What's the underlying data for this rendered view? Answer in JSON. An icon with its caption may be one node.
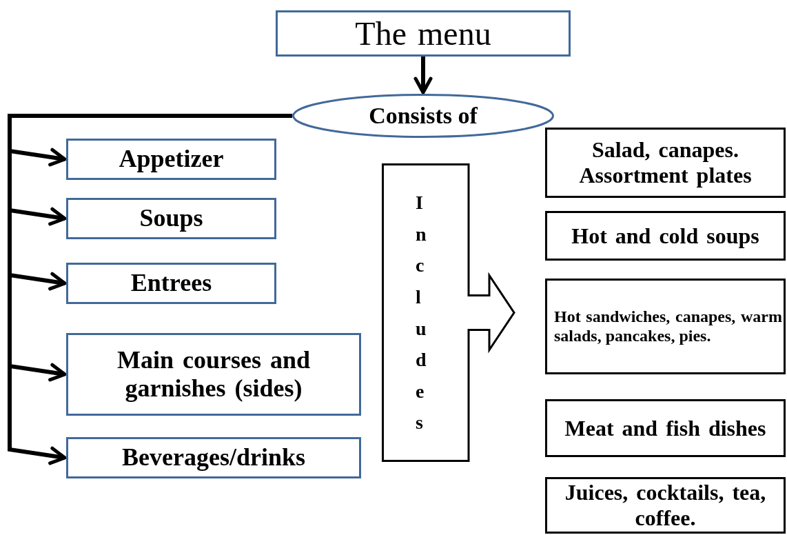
{
  "diagram": {
    "nodes": [
      {
        "text": [
          "The menu"
        ]
      },
      {
        "text": [
          "Consists of"
        ]
      },
      {
        "text": [
          "Appetizer"
        ]
      },
      {
        "text": [
          "Soups"
        ]
      },
      {
        "text": [
          "Entrees"
        ]
      },
      {
        "text": [
          "Main courses and garnishes (sides)"
        ]
      },
      {
        "text": [
          "Beverages/drinks"
        ]
      },
      {
        "text": [
          "Includes"
        ]
      },
      {
        "text": [
          "Salad, canapes. Assortment plates"
        ]
      },
      {
        "text": [
          "Hot and cold soups"
        ]
      },
      {
        "text": [
          "Hot sandwiches, canapes, warm salads, pancakes, pies."
        ]
      },
      {
        "text": [
          "Meat and fish dishes"
        ]
      },
      {
        "text": [
          "Juices, cocktails, tea, coffee."
        ]
      }
    ],
    "edges": [
      {
        "from": 0,
        "to": 1,
        "arrow": "to"
      },
      {
        "from": 1,
        "to": 2,
        "arrow": "to"
      },
      {
        "from": 1,
        "to": 3,
        "arrow": "to"
      },
      {
        "from": 1,
        "to": 4,
        "arrow": "to"
      },
      {
        "from": 1,
        "to": 5,
        "arrow": "to"
      },
      {
        "from": 1,
        "to": 6,
        "arrow": "to"
      }
    ]
  }
}
